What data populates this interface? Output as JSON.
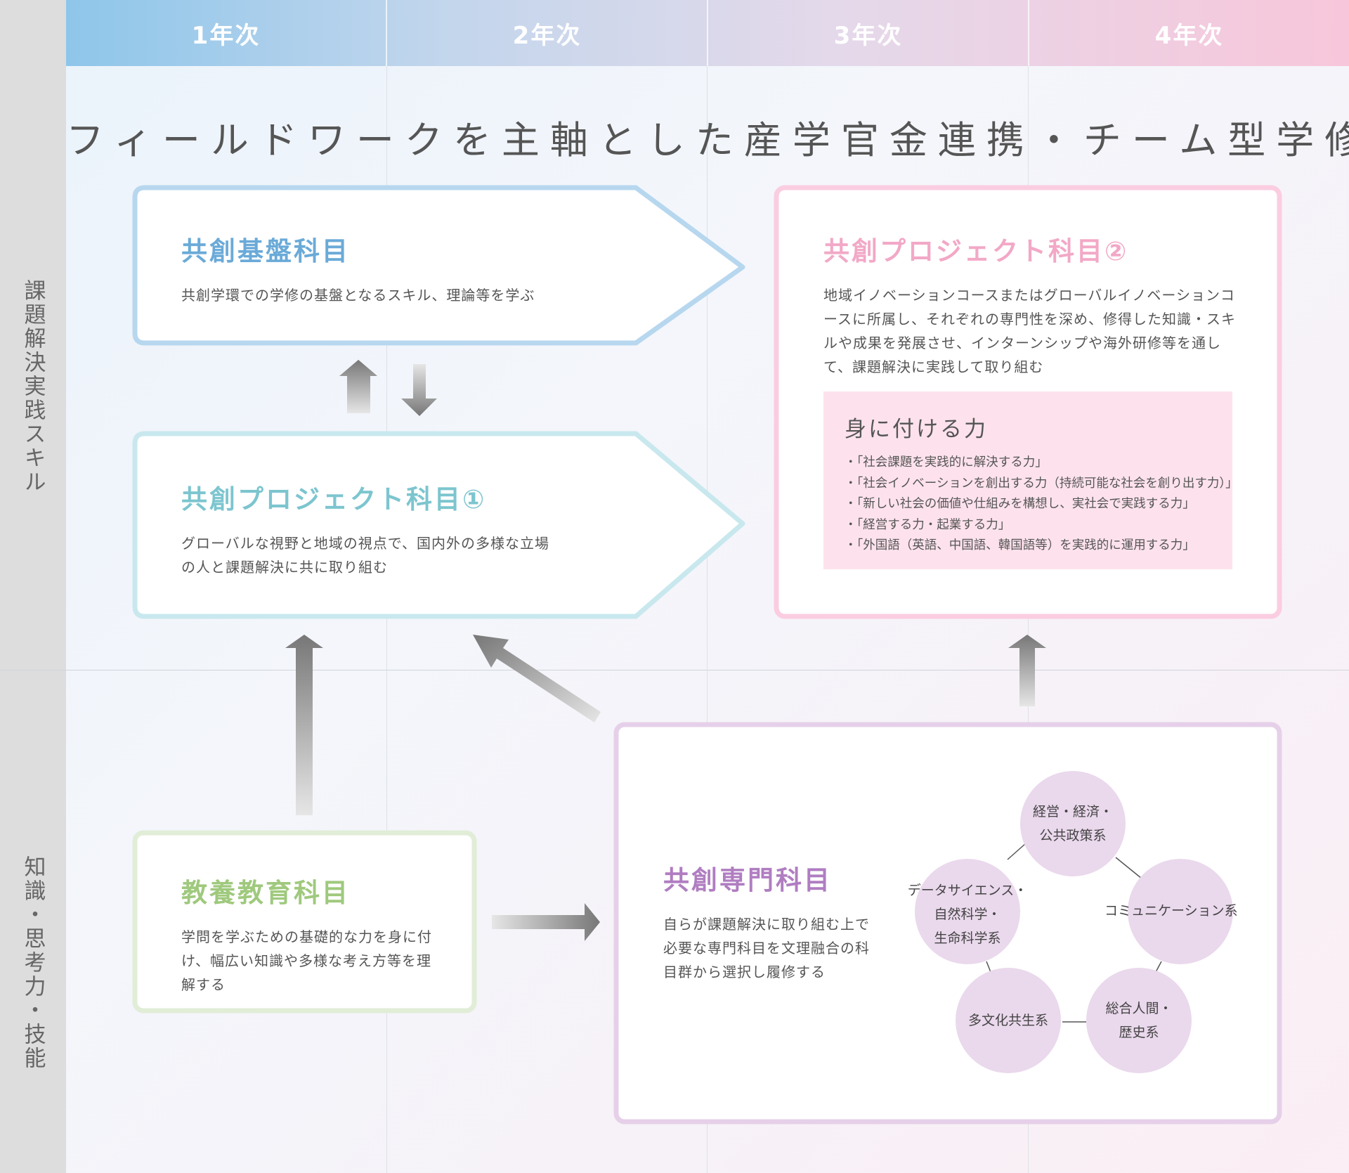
{
  "sidebar": {
    "top_label": "課題解決実践スキル",
    "bottom_label": "知識・思考力・技能"
  },
  "years": [
    "1年次",
    "2年次",
    "3年次",
    "4年次"
  ],
  "title": "フィールドワークを主軸とした産学官金連携・チーム型学修",
  "boxes": {
    "foundation": {
      "heading": "共創基盤科目",
      "desc": "共創学環での学修の基盤となるスキル、理論等を学ぶ"
    },
    "project1": {
      "heading": "共創プロジェクト科目①",
      "desc": "グローバルな視野と地域の視点で、国内外の多様な立場の人と課題解決に共に取り組む"
    },
    "project2": {
      "heading": "共創プロジェクト科目②",
      "desc": "地域イノベーションコースまたはグローバルイノベーションコースに所属し、それぞれの専門性を深め、修得した知識・スキルや成果を発展させ、インターンシップや海外研修等を通して、課題解決に実践して取り組む"
    },
    "liberal": {
      "heading": "教養教育科目",
      "desc": "学問を学ぶための基礎的な力を身に付け、幅広い知識や多様な考え方等を理解する"
    },
    "specialized": {
      "heading": "共創専門科目",
      "desc": "自らが課題解決に取り組む上で必要な専門科目を文理融合の科目群から選択し履修する"
    }
  },
  "skills": {
    "title": "身に付ける力",
    "items": [
      "・「社会課題を実践的に解決する力」",
      "・「社会イノベーションを創出する力（持続可能な社会を創り出す力）」",
      "・「新しい社会の価値や仕組みを構想し、実社会で実践する力」",
      "・「経営する力・起業する力」",
      "・「外国語（英語、中国語、韓国語等）を実践的に運用する力」"
    ]
  },
  "fields": {
    "management": "経営・経済・\n公共政策系",
    "communication": "コミュニケーション系",
    "humanities": "総合人間・\n歴史系",
    "multicultural": "多文化共生系",
    "datascience": "データサイエンス・\n自然科学・\n生命科学系"
  },
  "colors": {
    "blue": "#b7d7ef",
    "cyan": "#c8e8ee",
    "pink": "#fbcde0",
    "green": "#e1edd7",
    "purple": "#e6d0e9",
    "circle": "#ead8ec",
    "arrow": "#777777"
  }
}
